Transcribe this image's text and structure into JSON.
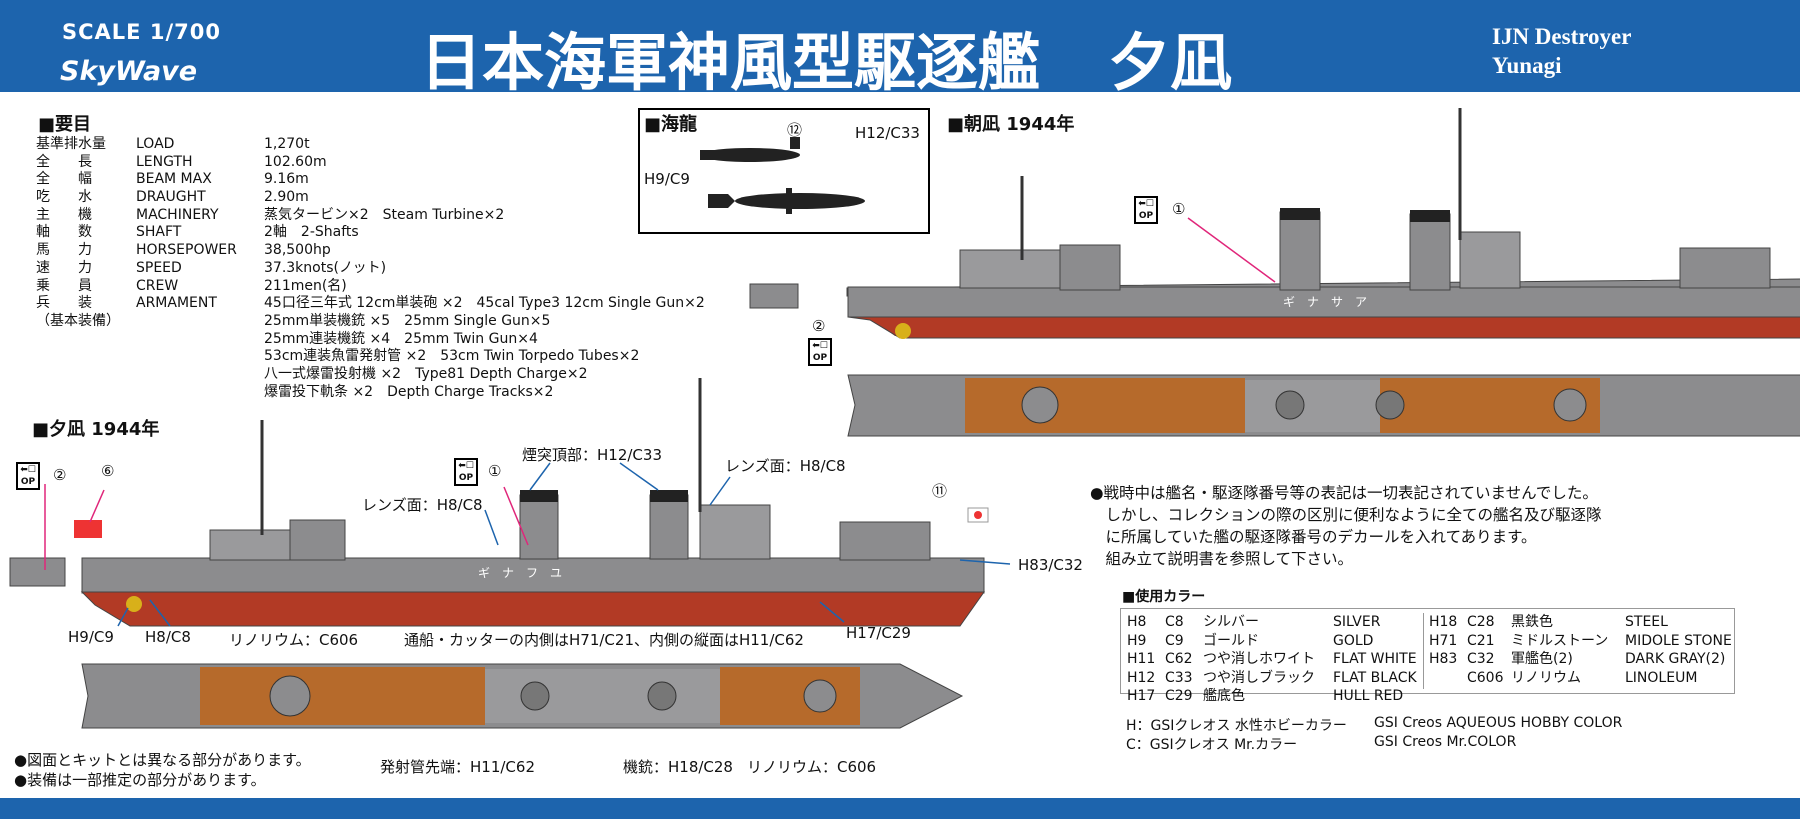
{
  "header": {
    "scale": "SCALE 1/700",
    "brand": "SkyWave",
    "title_jp": "日本海軍神風型駆逐艦",
    "ship_jp": "夕凪",
    "title_en_1": "IJN Destroyer",
    "title_en_2": "Yunagi"
  },
  "specs": {
    "heading": "■要目",
    "rows": [
      {
        "jp": "基準排水量",
        "en": "LOAD",
        "val": "1,270t"
      },
      {
        "jp": "全　　長",
        "en": "LENGTH",
        "val": "102.60m"
      },
      {
        "jp": "全　　幅",
        "en": "BEAM MAX",
        "val": "9.16m"
      },
      {
        "jp": "吃　　水",
        "en": "DRAUGHT",
        "val": "2.90m"
      },
      {
        "jp": "主　　機",
        "en": "MACHINERY",
        "val": "蒸気タービン×2　Steam Turbine×2"
      },
      {
        "jp": "軸　　数",
        "en": "SHAFT",
        "val": "2軸　2-Shafts"
      },
      {
        "jp": "馬　　力",
        "en": "HORSEPOWER",
        "val": "38,500hp"
      },
      {
        "jp": "速　　力",
        "en": "SPEED",
        "val": "37.3knots(ノット)"
      },
      {
        "jp": "乗　　員",
        "en": "CREW",
        "val": "211men(名)"
      },
      {
        "jp": "兵　　装",
        "en": "ARMAMENT",
        "val": "45口径三年式 12cm単装砲 ×2　45cal Type3 12cm Single Gun×2"
      },
      {
        "jp": "（基本装備）",
        "en": "",
        "val": "25mm単装機銃 ×5　25mm Single Gun×5"
      },
      {
        "jp": "",
        "en": "",
        "val": "25mm連装機銃 ×4　25mm Twin Gun×4"
      },
      {
        "jp": "",
        "en": "",
        "val": "53cm連装魚雷発射管 ×2　53cm Twin Torpedo Tubes×2"
      },
      {
        "jp": "",
        "en": "",
        "val": "八一式爆雷投射機 ×2　Type81 Depth Charge×2"
      },
      {
        "jp": "",
        "en": "",
        "val": "爆雷投下軌条 ×2　Depth Charge Tracks×2"
      }
    ]
  },
  "kairyu": {
    "heading": "■海龍",
    "num": "⑫",
    "label_top": "H12/C33",
    "label_left": "H9/C9"
  },
  "asanagi": {
    "heading": "■朝凪 1944年",
    "num1": "①",
    "num2": "②",
    "hull_text": "ギ　ナ　サ　ア"
  },
  "yunagi": {
    "heading": "■夕凪 1944年",
    "num2": "②",
    "num6": "⑥",
    "num1": "①",
    "num11": "⑪",
    "hull_text": "ギ　ナ　フ　ユ",
    "funnel_top": "煙突頂部：H12/C33",
    "lens_left": "レンズ面：H8/C8",
    "lens_right": "レンズ面：H8/C8",
    "h83": "H83/C32",
    "h9": "H9/C9",
    "h8": "H8/C8",
    "h17": "H17/C29",
    "linoleum_top": "リノリウム：C606",
    "boat_note": "通船・カッターの内側はH71/C21、内側の縦面はH11/C62",
    "torpedo_tip": "発射管先端：H11/C62",
    "mg": "機銃：H18/C28",
    "linoleum_bottom": "リノリウム：C606"
  },
  "op_badge": {
    "top": "⬅☐",
    "bottom": "OP"
  },
  "notes": [
    "●戦時中は艦名・駆逐隊番号等の表記は一切表記されていませんでした。",
    "　しかし、コレクションの際の区別に便利なように全ての艦名及び駆逐隊",
    "　に所属していた艦の駆逐隊番号のデカールを入れてあります。",
    "　組み立て説明書を参照して下さい。"
  ],
  "colors": {
    "heading": "■使用カラー",
    "left": [
      {
        "h": "H8",
        "c": "C8",
        "jp": "シルバー",
        "en": "SILVER"
      },
      {
        "h": "H9",
        "c": "C9",
        "jp": "ゴールド",
        "en": "GOLD"
      },
      {
        "h": "H11",
        "c": "C62",
        "jp": "つや消しホワイト",
        "en": "FLAT WHITE"
      },
      {
        "h": "H12",
        "c": "C33",
        "jp": "つや消しブラック",
        "en": "FLAT BLACK"
      },
      {
        "h": "H17",
        "c": "C29",
        "jp": "艦底色",
        "en": "HULL RED"
      }
    ],
    "right": [
      {
        "h": "H18",
        "c": "C28",
        "jp": "黒鉄色",
        "en": "STEEL"
      },
      {
        "h": "H71",
        "c": "C21",
        "jp": "ミドルストーン",
        "en": "MIDOLE STONE"
      },
      {
        "h": "H83",
        "c": "C32",
        "jp": "軍艦色(2)",
        "en": "DARK GRAY(2)"
      },
      {
        "h": "",
        "c": "C606",
        "jp": "リノリウム",
        "en": "LINOLEUM"
      }
    ],
    "creos_h_jp": "H：GSIクレオス 水性ホビーカラー",
    "creos_h_en": "GSI Creos AQUEOUS HOBBY COLOR",
    "creos_c_jp": "C：GSIクレオス Mr.カラー",
    "creos_c_en": "GSI Creos Mr.COLOR"
  },
  "bottom_notes": [
    "●図面とキットとは異なる部分があります。",
    "●装備は一部推定の部分があります。"
  ],
  "palette": {
    "header_blue": "#1d64ad",
    "hull_gray": "#8c8c8e",
    "hull_red": "#b23a25",
    "deck_wood": "#b66a2b"
  }
}
